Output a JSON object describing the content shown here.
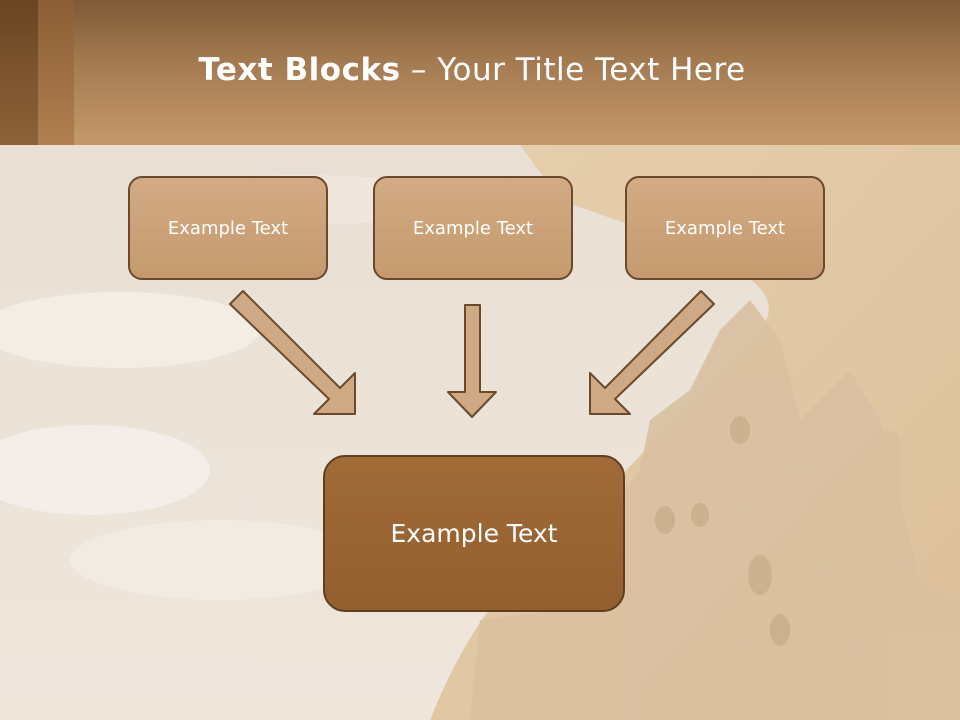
{
  "slide": {
    "title_bold": "Text Blocks",
    "title_dash": " – ",
    "title_rest": "Your Title Text Here"
  },
  "boxes": {
    "left": "Example Text",
    "middle": "Example Text",
    "right": "Example Text",
    "bottom": "Example Text"
  },
  "colors": {
    "header": "#a57c52",
    "small_box_fill": "#c9a077",
    "big_box_fill": "#9a6532",
    "arrow_fill": "#cfa984",
    "arrow_stroke": "#6b4a2b"
  }
}
